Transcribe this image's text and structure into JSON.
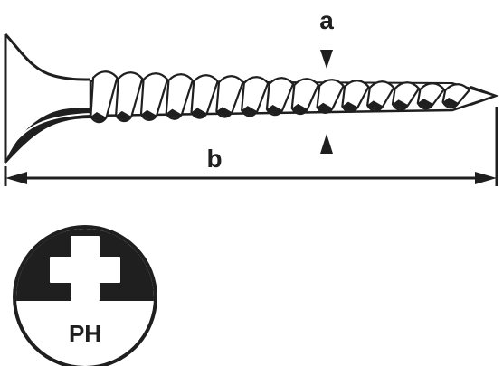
{
  "diagram": {
    "dimension_a_label": "a",
    "dimension_b_label": "b",
    "drive_type_label": "PH",
    "drive_icon": "phillips-cross-icon",
    "colors": {
      "ink": "#1f1f1f",
      "paper": "#ffffff"
    },
    "thread_turns": 15
  }
}
